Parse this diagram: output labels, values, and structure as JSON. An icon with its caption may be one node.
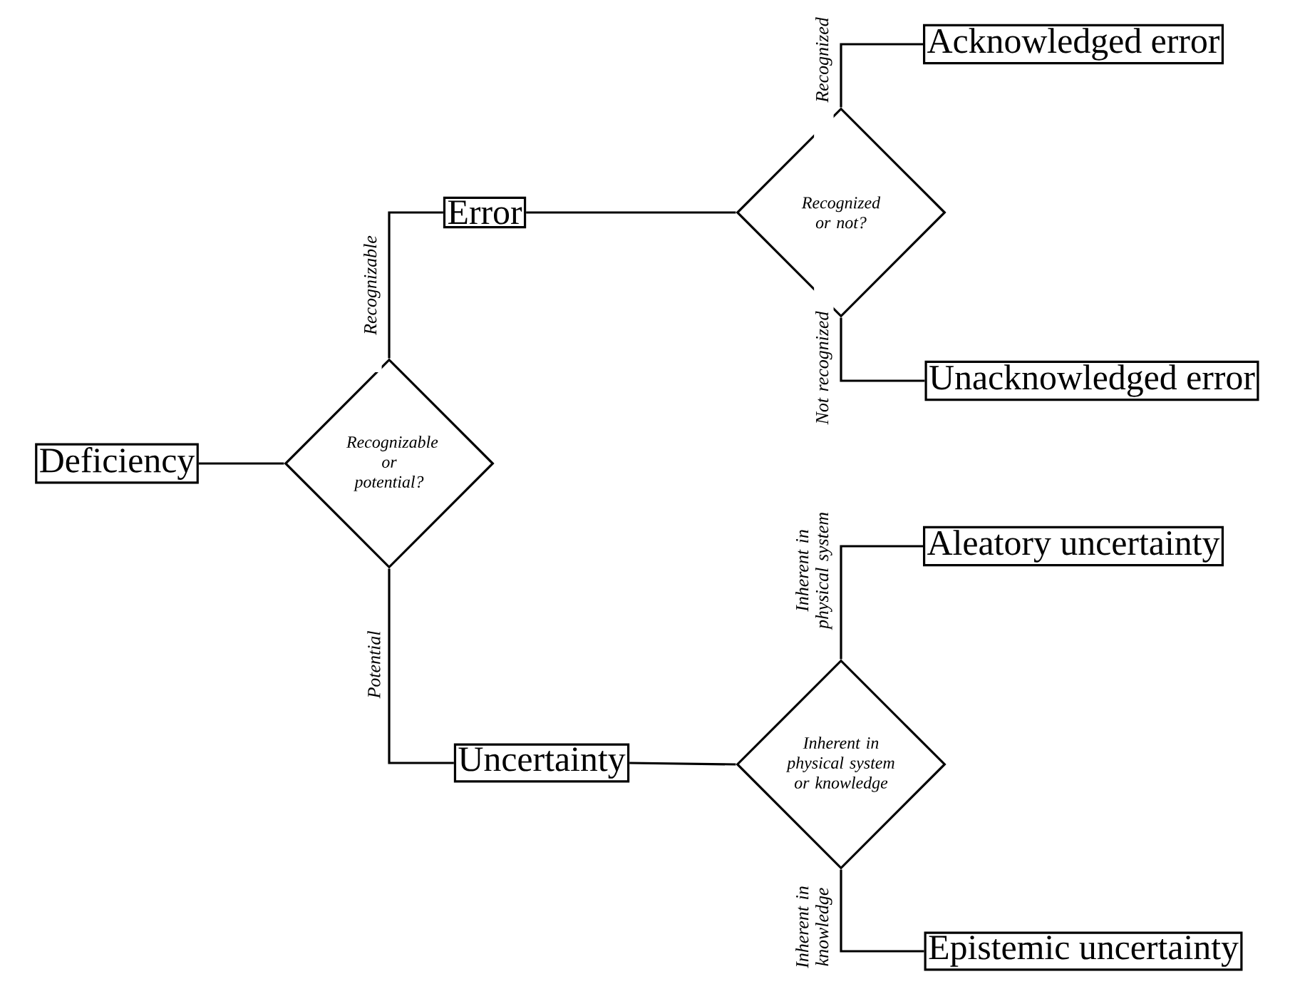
{
  "diagram": {
    "nodes": [
      {
        "text": [
          "Deficiency"
        ]
      },
      {
        "text": [
          "Recognizable or potential?"
        ]
      },
      {
        "text": [
          "Error"
        ]
      },
      {
        "text": [
          "Recognized or not?"
        ]
      },
      {
        "text": [
          "Acknowledged error"
        ]
      },
      {
        "text": [
          "Unacknowledged error"
        ]
      },
      {
        "text": [
          "Uncertainty"
        ]
      },
      {
        "text": [
          "Inherent in physical system or knowledge"
        ]
      },
      {
        "text": [
          "Aleatory uncertainty"
        ]
      },
      {
        "text": [
          "Epistemic uncertainty"
        ]
      }
    ],
    "edges": [
      {
        "from": 0,
        "to": 1,
        "arrow": "none"
      },
      {
        "from": 1,
        "to": 2,
        "arrow": "none",
        "label": "Recognizable"
      },
      {
        "from": 1,
        "to": 6,
        "arrow": "none",
        "label": "Potential"
      },
      {
        "from": 2,
        "to": 3,
        "arrow": "none"
      },
      {
        "from": 3,
        "to": 4,
        "arrow": "none",
        "label": "Recognized"
      },
      {
        "from": 3,
        "to": 5,
        "arrow": "none",
        "label": "Not recognized"
      },
      {
        "from": 6,
        "to": 7,
        "arrow": "none"
      },
      {
        "from": 7,
        "to": 8,
        "arrow": "none",
        "label": "Inherent in physical system"
      },
      {
        "from": 7,
        "to": 9,
        "arrow": "none",
        "label": "Inherent in knowledge"
      }
    ]
  }
}
